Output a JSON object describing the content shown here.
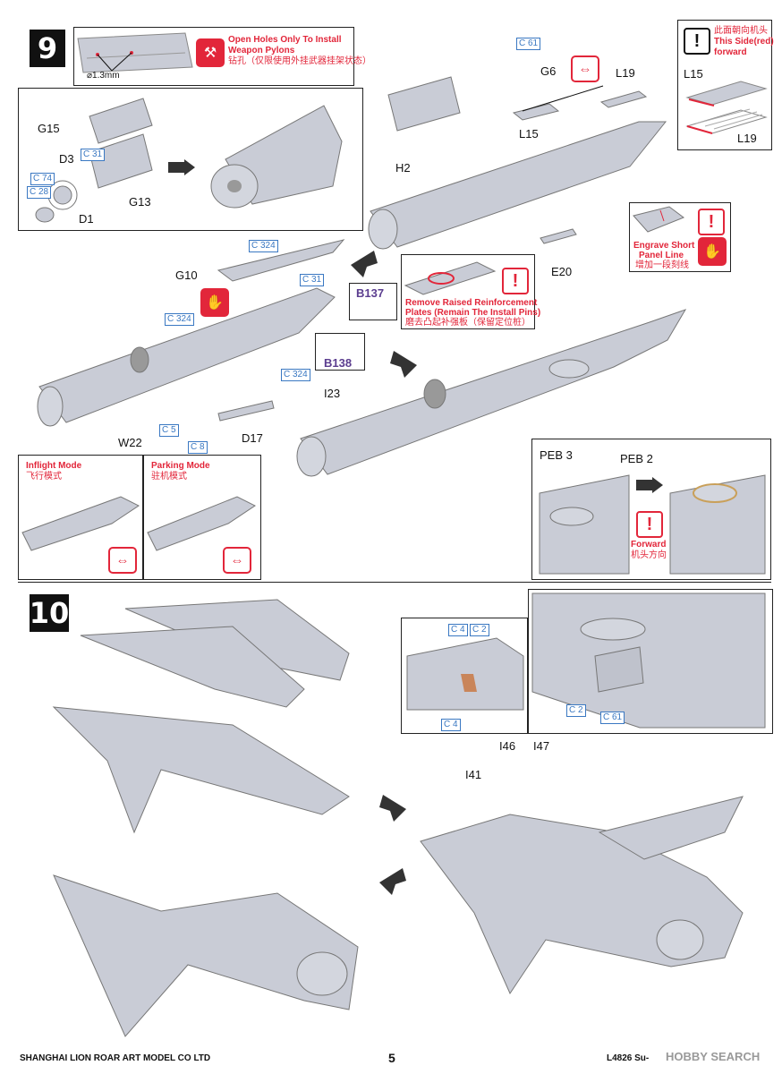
{
  "step9": {
    "number": "9",
    "hole_note_en": "Open Holes Only To Install Weapon Pylons",
    "hole_note_cn": "钻孔（仅限使用外挂武器挂架状态）",
    "hole_size": "⌀1.3mm",
    "parts": {
      "g15": "G15",
      "g13": "G13",
      "d3": "D3",
      "d1": "D1",
      "c31a": "C 31",
      "c74": "C 74",
      "c28": "C 28",
      "c61": "C 61",
      "g6": "G6",
      "l19": "L19",
      "l15": "L15",
      "h2": "H2",
      "e20": "E20",
      "c324a": "C 324",
      "g10": "G10",
      "c31b": "C 31",
      "c324b": "C 324",
      "c324c": "C 324",
      "b137": "B137",
      "b138": "B138",
      "i23": "I23",
      "d17": "D17",
      "w22": "W22",
      "c5": "C 5",
      "c8": "C 8",
      "peb3": "PEB 3",
      "peb2": "PEB 2"
    },
    "direction_note": {
      "cn": "此面朝向机头",
      "en1": "This Side(red)",
      "en2": "forward",
      "l15": "L15",
      "l19": "L19"
    },
    "engrave_note": {
      "en1": "Engrave Short",
      "en2": "Panel Line",
      "cn": "增加一段刻线"
    },
    "remove_note": {
      "en1": "Remove Raised Reinforcement",
      "en2": "Plates (Remain The Install Pins)",
      "cn": "磨去凸起补强板（保留定位桩）"
    },
    "inflight": {
      "en": "Inflight Mode",
      "cn": "飞行模式"
    },
    "parking": {
      "en": "Parking Mode",
      "cn": "驻机模式"
    },
    "forward": {
      "en": "Forward",
      "cn": "机头方向"
    }
  },
  "step10": {
    "number": "10",
    "parts": {
      "c4a": "C 4",
      "c2a": "C 2",
      "c4b": "C 4",
      "c2b": "C 2",
      "c61": "C 61",
      "i46": "I46",
      "i47": "I47",
      "i41": "I41"
    }
  },
  "footer": {
    "company": "SHANGHAI LION ROAR ART MODEL CO LTD",
    "page": "5",
    "product": "L4826 Su-",
    "watermark": "HOBBY SEARCH"
  },
  "colors": {
    "accent_red": "#e2263a",
    "part_blue": "#3a78c2",
    "part_purple": "#5b3d8f",
    "model_grey": "#c9ccd6"
  }
}
